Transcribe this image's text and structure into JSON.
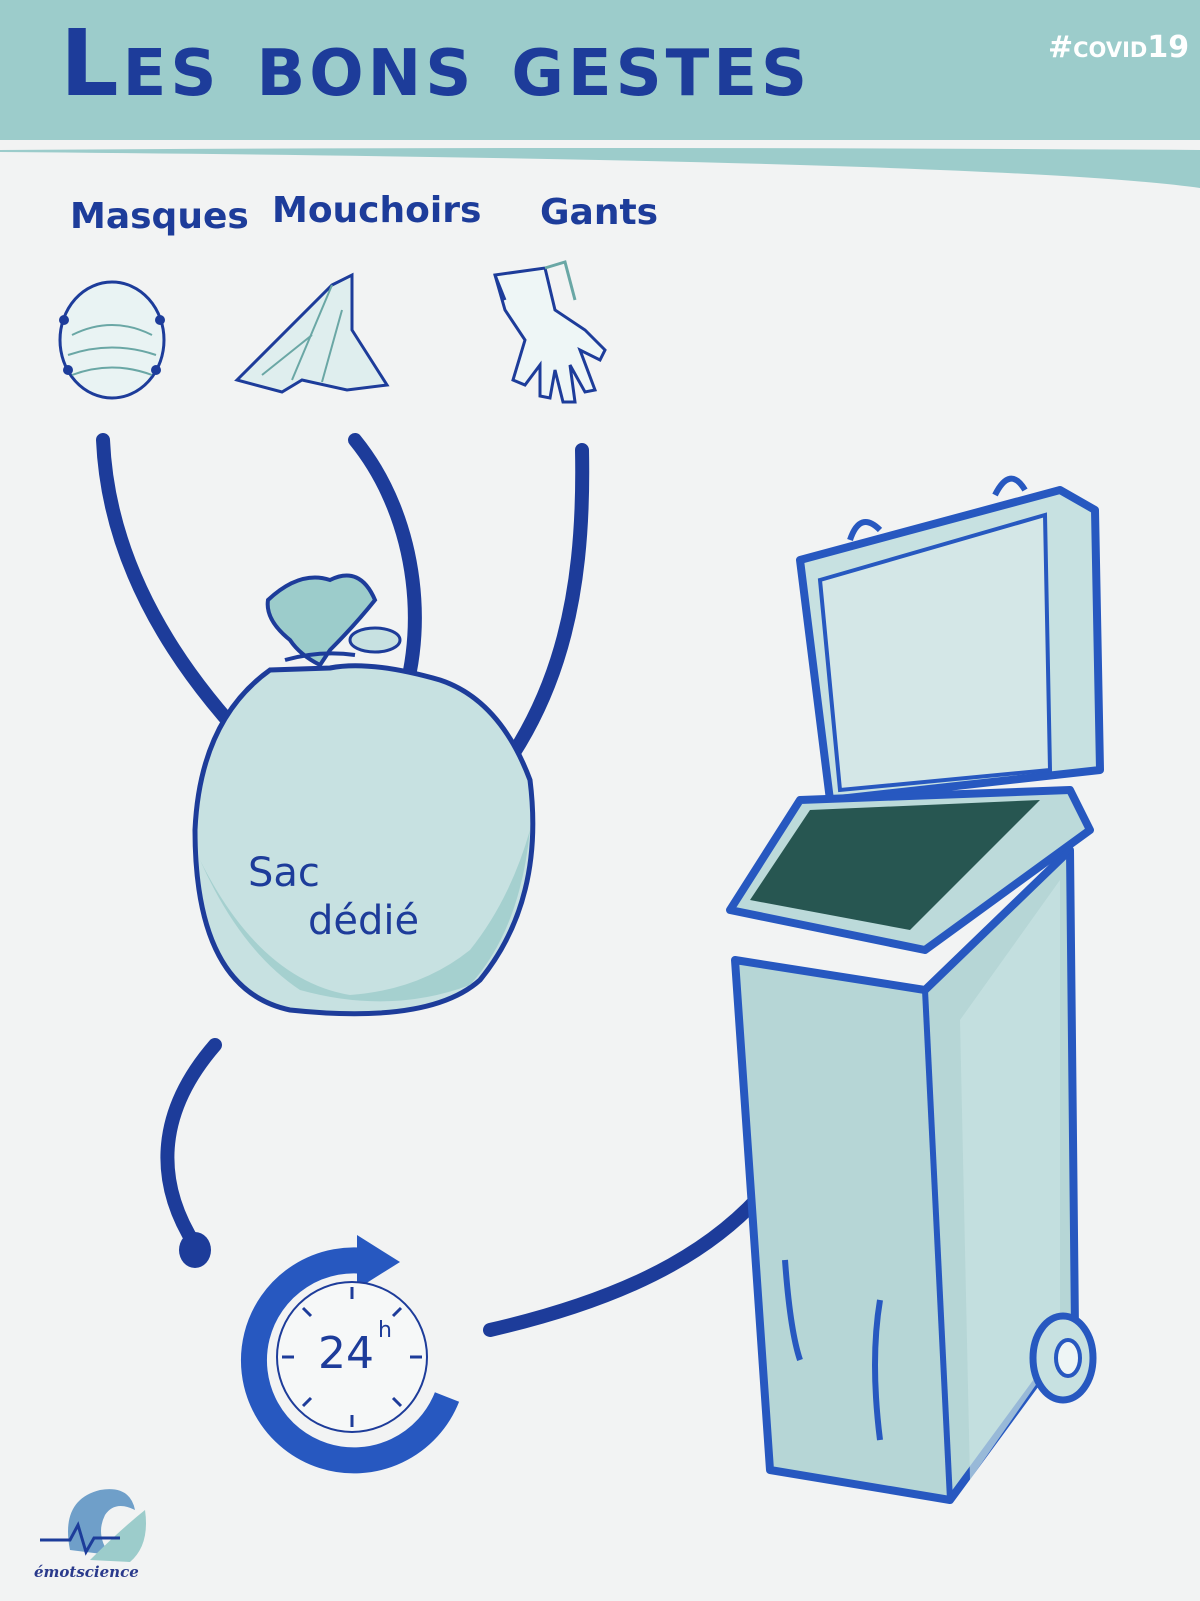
{
  "header": {
    "title": "Les bons gestes",
    "hashtag": "#covid19"
  },
  "items": [
    {
      "label": "Masques",
      "icon": "mask-icon"
    },
    {
      "label": "Mouchoirs",
      "icon": "tissue-icon"
    },
    {
      "label": "Gants",
      "icon": "gloves-icon"
    }
  ],
  "bag": {
    "line1": "Sac",
    "line2": "dédié",
    "icon": "trash-bag-icon"
  },
  "timer": {
    "value": "24",
    "unit": "h",
    "icon": "clock-icon"
  },
  "bin": {
    "icon": "wheelie-bin-icon"
  },
  "logo": {
    "text": "émotscience",
    "icon": "emotscience-logo-icon"
  },
  "colors": {
    "banner": "#9ccccb",
    "ink": "#1d3c9a",
    "fill": "#c7e1e1",
    "lid_dark": "#1f4f4a",
    "background": "#f2f3f3"
  }
}
